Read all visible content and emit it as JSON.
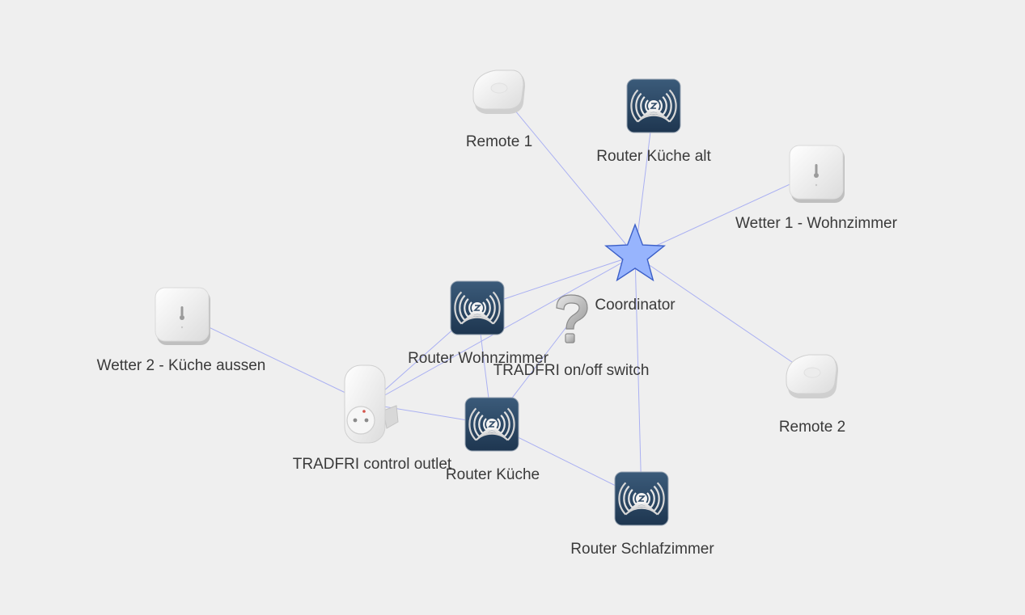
{
  "graph": {
    "nodes": [
      {
        "id": "coordinator",
        "label": "Coordinator",
        "kind": "coordinator"
      },
      {
        "id": "remote1",
        "label": "Remote 1",
        "kind": "remote"
      },
      {
        "id": "router_kueche_alt",
        "label": "Router Küche alt",
        "kind": "router"
      },
      {
        "id": "wetter1",
        "label": "Wetter 1 - Wohnzimmer",
        "kind": "sensor"
      },
      {
        "id": "router_wohnzimmer",
        "label": "Router Wohnzimmer",
        "kind": "router"
      },
      {
        "id": "tradfri_switch",
        "label": "TRADFRI on/off switch",
        "kind": "unknown"
      },
      {
        "id": "wetter2",
        "label": "Wetter 2 - Küche aussen",
        "kind": "sensor"
      },
      {
        "id": "remote2",
        "label": "Remote 2",
        "kind": "remote"
      },
      {
        "id": "tradfri_outlet",
        "label": "TRADFRI control outlet",
        "kind": "outlet"
      },
      {
        "id": "router_kueche",
        "label": "Router Küche",
        "kind": "router"
      },
      {
        "id": "router_schlafzimmer",
        "label": "Router Schlafzimmer",
        "kind": "router"
      }
    ],
    "edges": [
      [
        "coordinator",
        "remote1"
      ],
      [
        "coordinator",
        "router_kueche_alt"
      ],
      [
        "coordinator",
        "wetter1"
      ],
      [
        "coordinator",
        "remote2"
      ],
      [
        "coordinator",
        "router_wohnzimmer"
      ],
      [
        "coordinator",
        "tradfri_outlet"
      ],
      [
        "coordinator",
        "router_schlafzimmer"
      ],
      [
        "router_wohnzimmer",
        "tradfri_outlet"
      ],
      [
        "router_wohnzimmer",
        "router_kueche"
      ],
      [
        "wetter2",
        "tradfri_outlet"
      ],
      [
        "tradfri_outlet",
        "router_kueche"
      ],
      [
        "tradfri_switch",
        "router_kueche"
      ],
      [
        "router_kueche",
        "router_schlafzimmer"
      ]
    ]
  },
  "colors": {
    "background": "#efefef",
    "edge": "#aab0f2",
    "coordinator_fill": "#97b4fd",
    "coordinator_stroke": "#3b5fc8",
    "router_tile": "#2e4a66",
    "label": "#3a3a3a"
  }
}
